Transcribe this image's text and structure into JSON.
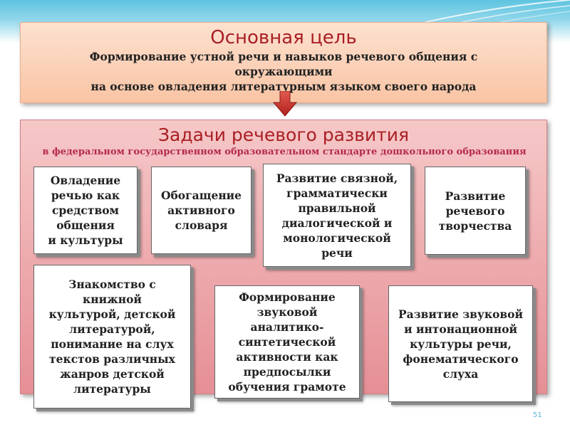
{
  "goal": {
    "title": "Основная цель",
    "line1": "Формирование устной речи и навыков речевого общения с",
    "line2": "окружающими",
    "line3": "на основе овладения литературным языком своего народа"
  },
  "tasks": {
    "title": "Задачи речевого развития",
    "subtitle": "в федеральном государственном образовательном стандарте дошкольного образования",
    "cards": [
      "Овладение\nречью как\nсредством\nобщения\nи культуры",
      "Обогащение\nактивного\nсловаря",
      "Развитие связной,\nграмматически\nправильной\nдиалогической и\nмонологической\nречи",
      "Развитие\nречевого\nтворчества",
      "Знакомство с\nкнижной\nкультурой, детской\nлитературой,\nпонимание на слух\nтекстов различных\nжанров детской\nлитературы",
      "Формирование\nзвуковой\nаналитико-\nсинтетической\nактивности как\nпредпосылки\nобучения грамоте",
      "Развитие звуковой\nи интонационной\nкультуры речи,\nфонематического\nслуха"
    ]
  },
  "page_number": "51",
  "colors": {
    "accent_red": "#a91f24",
    "goal_bg": "#f9c4a4",
    "tasks_bg": "#e58f95",
    "arrow": "#c9302c"
  }
}
